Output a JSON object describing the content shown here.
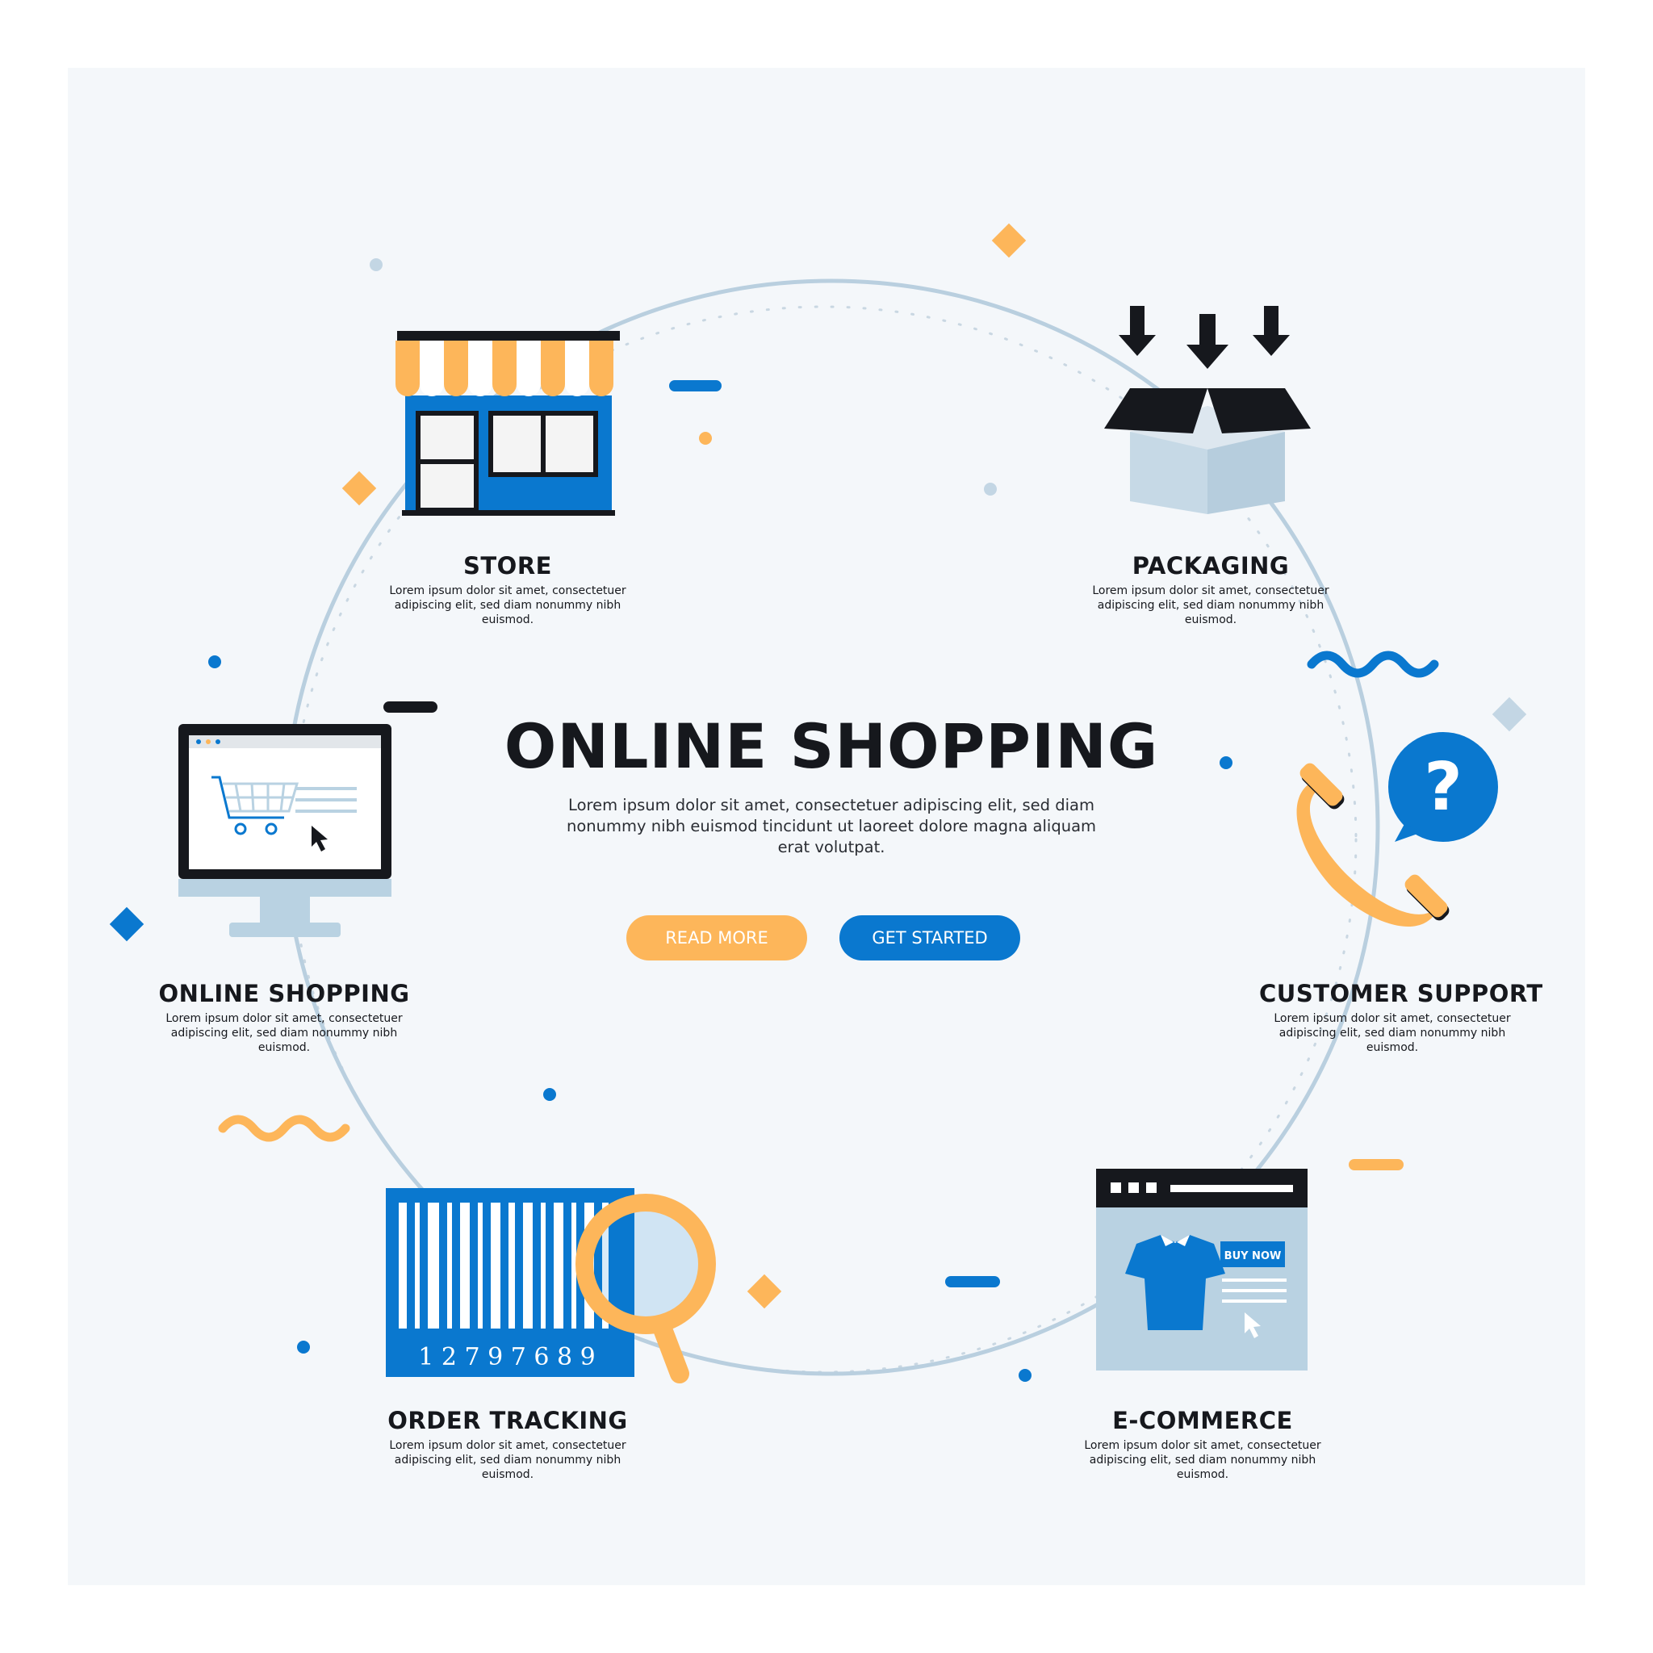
{
  "main": {
    "title": "ONLINE SHOPPING",
    "description": "Lorem ipsum dolor sit amet, consectetuer adipiscing elit, sed diam nonummy nibh euismod tincidunt ut laoreet dolore magna aliquam erat volutpat.",
    "buttons": {
      "read_more": "READ MORE",
      "get_started": "GET STARTED"
    }
  },
  "features": [
    {
      "title": "STORE",
      "description": "Lorem ipsum dolor sit amet, consectetuer adipiscing elit, sed diam nonummy nibh euismod."
    },
    {
      "title": "PACKAGING",
      "description": "Lorem ipsum dolor sit amet, consectetuer adipiscing elit, sed diam nonummy nibh euismod."
    },
    {
      "title": "ONLINE SHOPPING",
      "description": "Lorem ipsum dolor sit amet, consectetuer adipiscing elit, sed diam nonummy nibh euismod."
    },
    {
      "title": "CUSTOMER SUPPORT",
      "description": "Lorem ipsum dolor sit amet, consectetuer adipiscing elit, sed diam nonummy nibh euismod."
    },
    {
      "title": "ORDER TRACKING",
      "description": "Lorem ipsum dolor sit amet, consectetuer adipiscing elit, sed diam nonummy nibh euismod."
    },
    {
      "title": "E-COMMERCE",
      "description": "Lorem ipsum dolor sit amet, consectetuer adipiscing elit, sed diam nonummy nibh euismod."
    }
  ],
  "icons": {
    "store": "store-icon",
    "packaging": "box-icon",
    "online_shopping": "computer-cart-icon",
    "customer_support": "phone-question-icon",
    "order_tracking": "barcode-magnifier-icon",
    "ecommerce": "webpage-tshirt-icon"
  },
  "barcode_number": "1 2 7 9 7 6 8 9",
  "buy_now_label": "BUY NOW",
  "question_mark": "?",
  "colors": {
    "blue": "#0a78cf",
    "orange": "#fdb65a",
    "dark": "#16181d",
    "light_blue": "#b9d2e2",
    "background": "#f4f7fa"
  }
}
